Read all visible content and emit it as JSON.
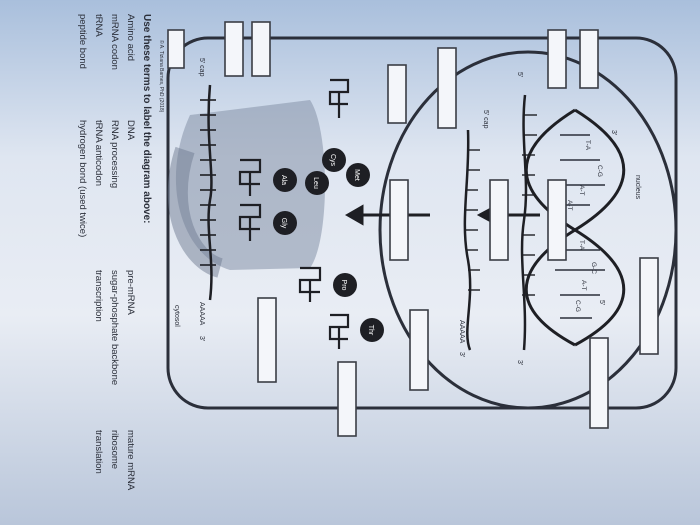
{
  "worksheet": {
    "heading": "Use these terms to label the diagram above:",
    "terms": [
      [
        "Amino acid",
        "DNA",
        "pre-mRNA",
        "mature mRNA"
      ],
      [
        "mRNA codon",
        "RNA processing",
        "sugar-phosphate backbone",
        "ribosome"
      ],
      [
        "tRNA",
        "tRNA anticodon",
        "transcription",
        "translation"
      ],
      [
        "peptide bond",
        "hydrogen bond (used twice)",
        "",
        ""
      ]
    ],
    "credit": "© A. Tiziana Barnes, PhD (2018)"
  },
  "diagram": {
    "nucleus_label": "nucleus",
    "cytosol_label": "cytosol",
    "five_cap": "5' cap",
    "poly_a": "AAAAA",
    "prime3": "3'",
    "prime5": "5'",
    "amino_acids": [
      "Met",
      "Cys",
      "Leu",
      "Ala",
      "Gly",
      "Pro",
      "Thr"
    ],
    "base_pairs": [
      "T-A",
      "C-G",
      "A-T",
      "A-T",
      "T-A",
      "G-C",
      "A-T",
      "C-G"
    ]
  },
  "colors": {
    "background": "#dfe6f1",
    "ink": "#2b2f3a",
    "amino_acid_fill": "#1e1f24",
    "ribosome": "#8592a8"
  }
}
